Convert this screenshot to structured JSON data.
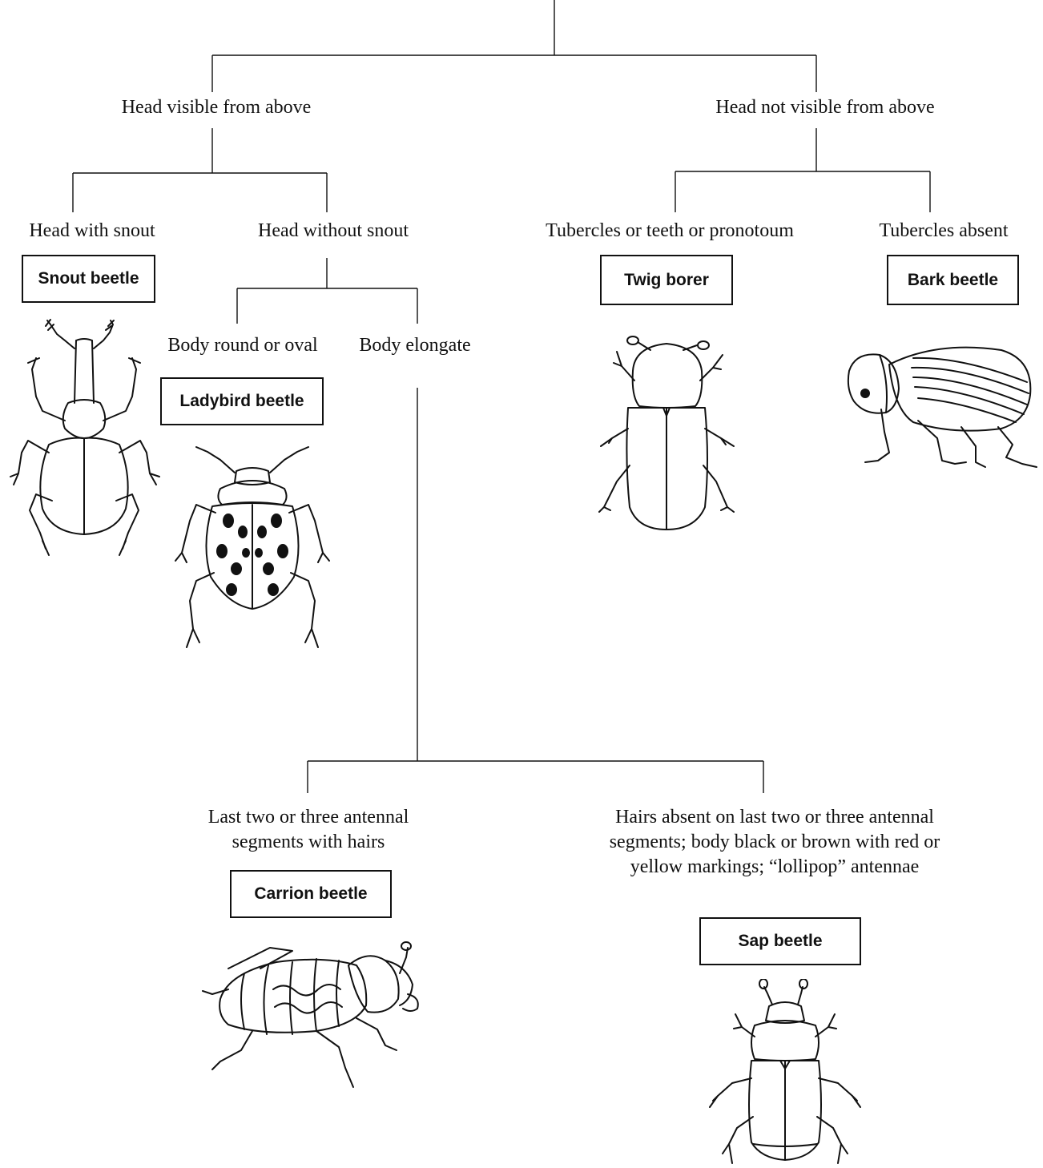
{
  "nodes": {
    "head_visible": "Head visible from above",
    "head_not_visible": "Head not visible from above",
    "head_with_snout": "Head with snout",
    "head_without_snout": "Head without snout",
    "body_round": "Body round or oval",
    "body_elongate": "Body elongate",
    "tubercles_present": "Tubercles or teeth or pronotoum",
    "tubercles_absent": "Tubercles absent",
    "antennal_hairs": "Last two or three antennal segments with hairs",
    "hairs_absent": "Hairs absent on last two or three antennal segments; body black or brown with red or yellow markings; “lollipop” antennae"
  },
  "beetles": {
    "snout": "Snout beetle",
    "ladybird": "Ladybird beetle",
    "twig_borer": "Twig borer",
    "bark": "Bark beetle",
    "carrion": "Carrion beetle",
    "sap": "Sap beetle"
  },
  "illustrations": {
    "snout": "snout-beetle-icon",
    "ladybird": "ladybird-beetle-icon",
    "twig_borer": "twig-borer-icon",
    "bark": "bark-beetle-icon",
    "carrion": "carrion-beetle-icon",
    "sap": "sap-beetle-icon"
  },
  "colors": {
    "ink": "#111111",
    "background": "#ffffff"
  }
}
